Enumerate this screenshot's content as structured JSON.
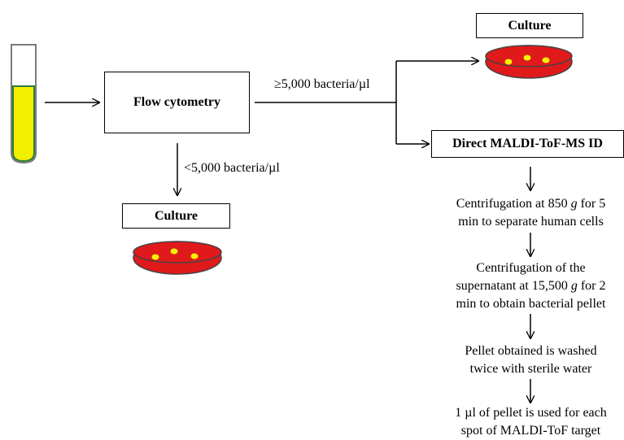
{
  "nodes": {
    "flow_cytometry": "Flow cytometry",
    "culture_top": "Culture",
    "culture_bottom": "Culture",
    "direct_id": "Direct MALDI-ToF-MS ID"
  },
  "edges": {
    "high_threshold": "≥5,000 bacteria/µl",
    "low_threshold": "<5,000 bacteria/µl"
  },
  "steps": [
    {
      "lines": [
        [
          "Centrifugation at 850 ",
          "g",
          " for 5"
        ],
        [
          "min to separate human cells"
        ]
      ]
    },
    {
      "lines": [
        [
          "Centrifugation of the"
        ],
        [
          "supernatant at 15,500 ",
          "g",
          " for 2"
        ],
        [
          "min to obtain bacterial pellet"
        ]
      ]
    },
    {
      "lines": [
        [
          "Pellet obtained is washed"
        ],
        [
          "twice with sterile water"
        ]
      ]
    },
    {
      "lines": [
        [
          "1 µl of pellet is used for each"
        ],
        [
          "spot of MALDI-ToF  target"
        ]
      ]
    }
  ],
  "colors": {
    "tube_liquid": "#f2ef00",
    "tube_outline": "#2e7d3a",
    "dish_red": "#e0191b",
    "colony_yellow": "#f5f200"
  }
}
